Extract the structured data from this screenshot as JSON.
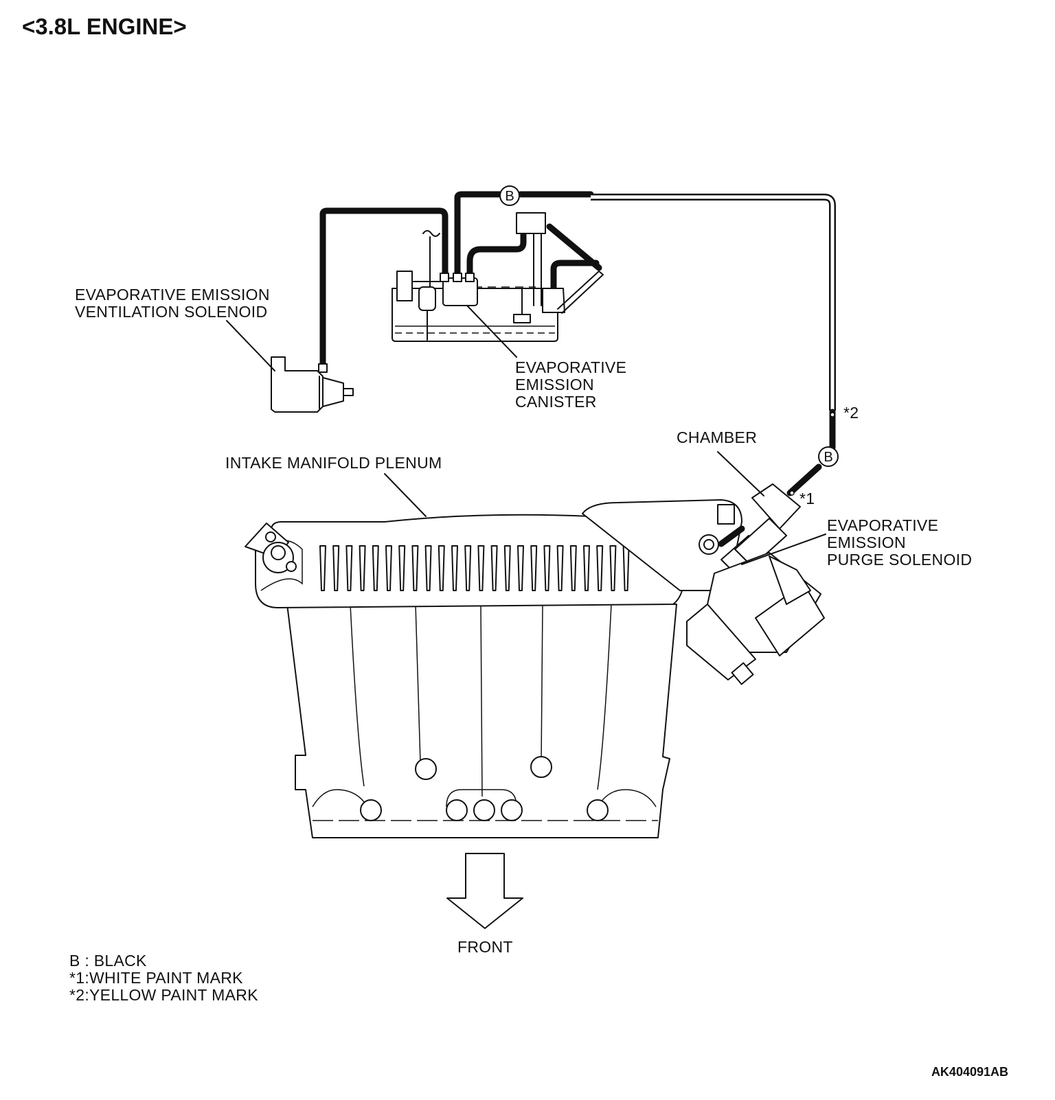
{
  "title": "<3.8L ENGINE>",
  "labels": {
    "ventilation_solenoid": [
      "EVAPORATIVE EMISSION",
      "VENTILATION SOLENOID"
    ],
    "canister": [
      "EVAPORATIVE",
      "EMISSION",
      "CANISTER"
    ],
    "chamber": "CHAMBER",
    "intake_manifold_plenum": "INTAKE MANIFOLD PLENUM",
    "purge_solenoid": [
      "EVAPORATIVE",
      "EMISSION",
      "PURGE SOLENOID"
    ],
    "front": "FRONT",
    "mark1": "*1",
    "mark2": "*2",
    "hose_color_marker": "B"
  },
  "legend": [
    "B : BLACK",
    "*1:WHITE PAINT MARK",
    "*2:YELLOW PAINT MARK"
  ],
  "figure_code": "AK404091AB"
}
